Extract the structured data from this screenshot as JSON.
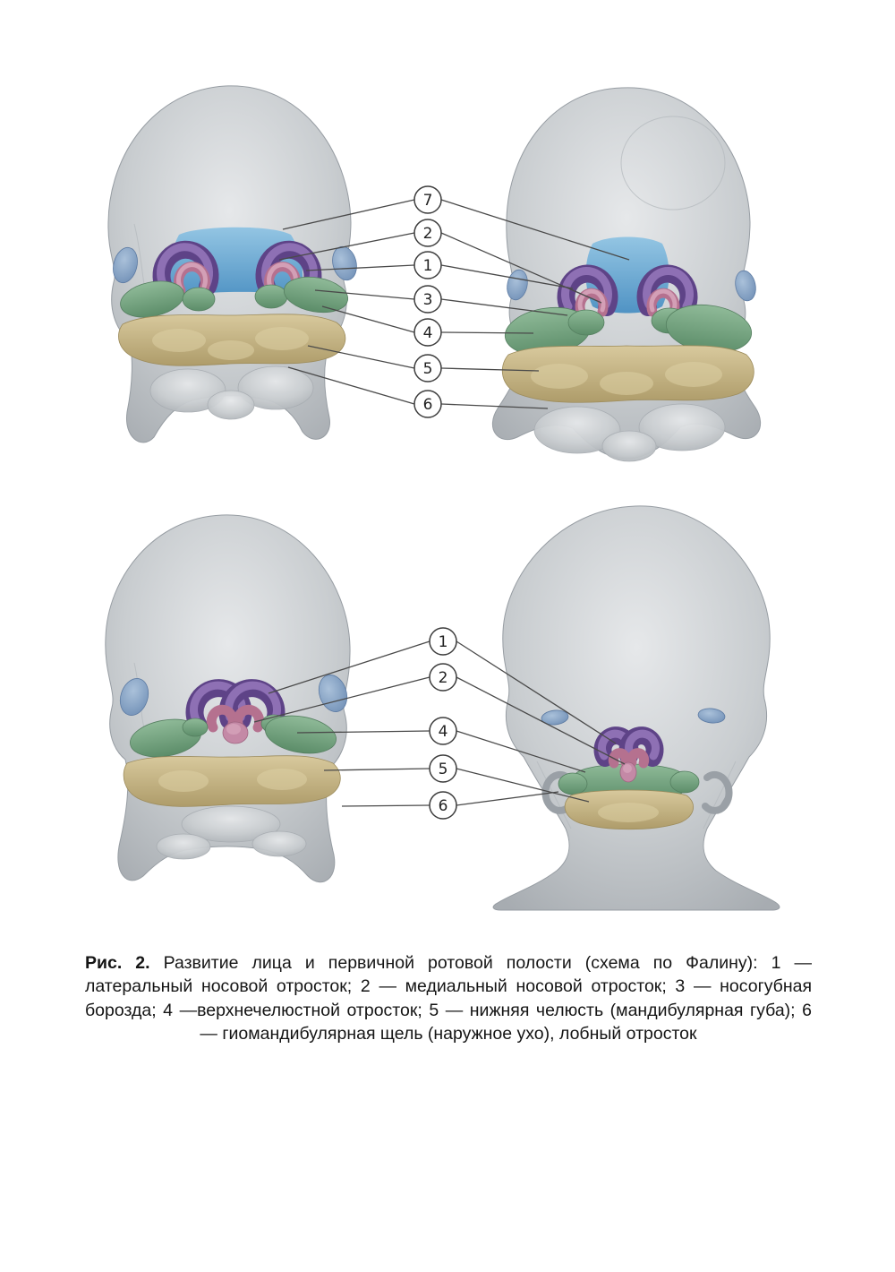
{
  "figure": {
    "caption_label": "Рис. 2.",
    "caption_text": " Развитие лица и первичной ротовой полости (схема по Фалину): 1 — латеральный носовой отросток; 2 — медиальный носовой отросток; 3 — носогубная борозда; 4 —верхнечелюстной отросток; 5 — нижняя челюсть (мандибулярная губа); 6 — гиомандибулярная щель (наружное ухо), лобный отросток"
  },
  "callouts": {
    "top": [
      "7",
      "2",
      "1",
      "3",
      "4",
      "5",
      "6"
    ],
    "bottom": [
      "1",
      "2",
      "4",
      "5",
      "6"
    ]
  },
  "colors": {
    "frontal_process_blue": "#5d9fce",
    "lateral_nasal_purple": "#7a5aa0",
    "medial_nasal_pink": "#c489a6",
    "maxillary_green": "#6f9e7a",
    "mandibular_tan": "#c3b184",
    "head_gray": "#c3c7cb",
    "eye_blue": "#7d9cc2",
    "leader_line": "#4a4a4a"
  }
}
